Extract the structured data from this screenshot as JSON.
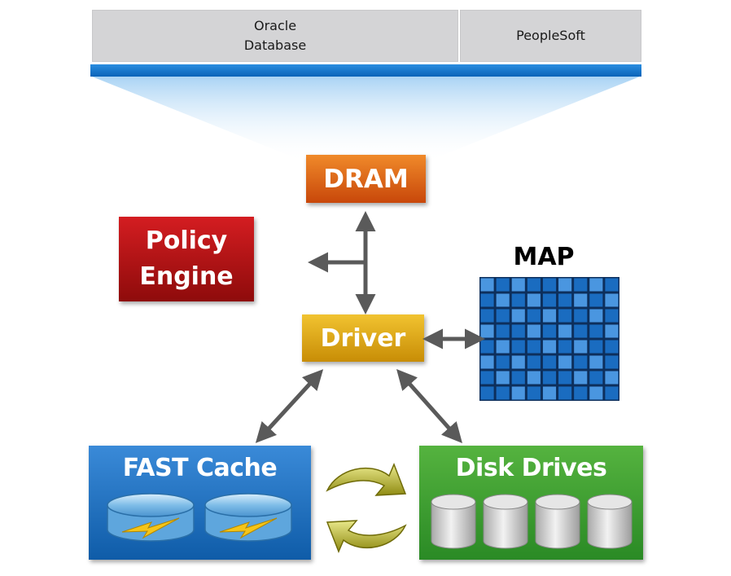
{
  "apps": {
    "oracle": "Oracle\nDatabase",
    "peoplesoft": "PeopleSoft"
  },
  "blocks": {
    "dram": "DRAM",
    "policy_engine": "Policy\nEngine",
    "driver": "Driver",
    "map": "MAP",
    "fast_cache": "FAST Cache",
    "disk_drives": "Disk Drives"
  },
  "colors": {
    "dram": "#e0661a",
    "policy_engine": "#b81416",
    "driver": "#e0a818",
    "map": "#1a6cc0",
    "fast_cache": "#1f74c4",
    "disk_drives": "#3d9e32",
    "arrows": "#5a5a5a",
    "swap_arrows": "#9c9a1c"
  },
  "icons": {
    "fast_cache_disks": [
      "flash-disk-icon",
      "flash-disk-icon"
    ],
    "disk_drives": [
      "cylinder-disk-icon",
      "cylinder-disk-icon",
      "cylinder-disk-icon",
      "cylinder-disk-icon"
    ],
    "swap": "swap-arrows-icon"
  }
}
